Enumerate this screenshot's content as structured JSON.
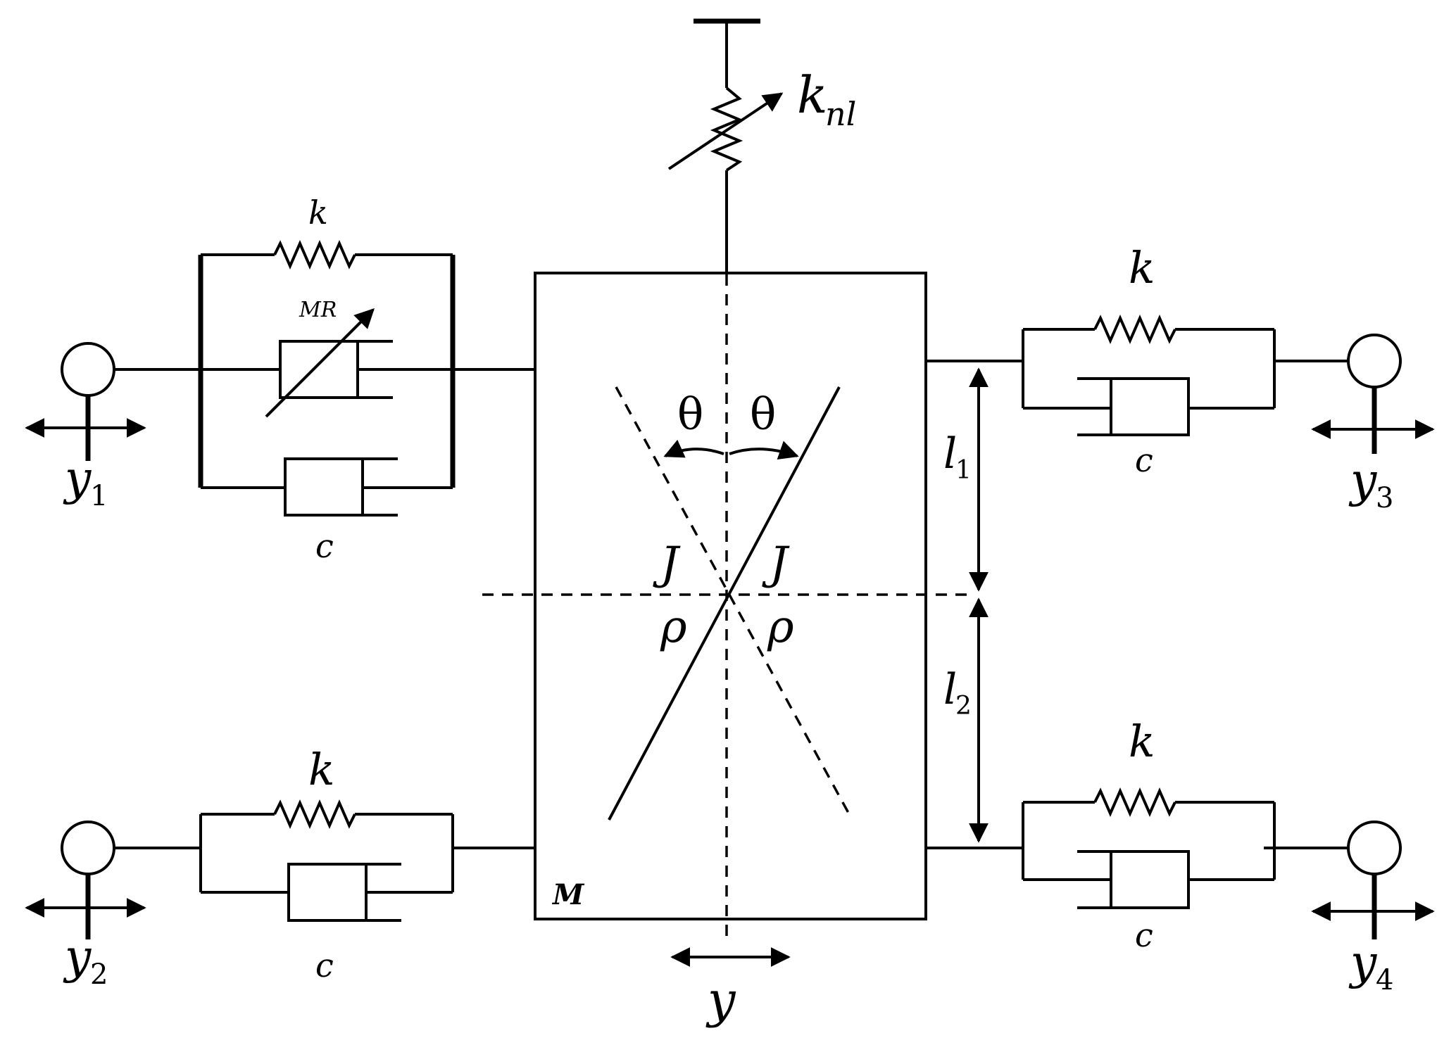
{
  "labels": {
    "knl_main": "k",
    "knl_sub": "nl",
    "k_top_left": "k",
    "mr": "MR",
    "c_top_left": "c",
    "k_bottom_left": "k",
    "c_bottom_left": "c",
    "k_top_right": "k",
    "c_top_right": "c",
    "k_bottom_right": "k",
    "c_bottom_right": "c",
    "theta_left": "θ",
    "theta_right": "θ",
    "j_left": "J",
    "j_right": "J",
    "rho_left": "ρ",
    "rho_right": "ρ",
    "l1_main": "l",
    "l1_sub": "1",
    "l2_main": "l",
    "l2_sub": "2",
    "mass": "M",
    "y_main": "y",
    "y1_main": "y",
    "y1_sub": "1",
    "y2_main": "y",
    "y2_sub": "2",
    "y3_main": "y",
    "y3_sub": "3",
    "y4_main": "y",
    "y4_sub": "4"
  }
}
